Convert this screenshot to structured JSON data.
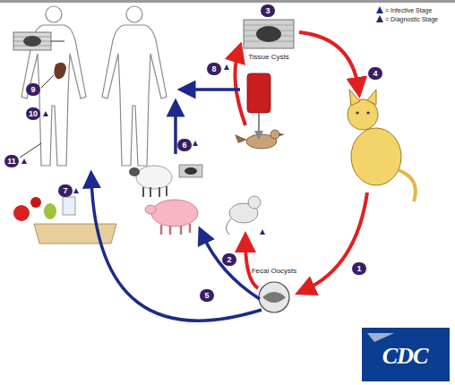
{
  "diagram": {
    "labels": [
      "3",
      "Tissue Cysts",
      "4",
      "10",
      "9",
      "8",
      "11",
      "6",
      "7",
      "2",
      "Fecal Oocysts",
      "1",
      "5",
      "CDC"
    ],
    "legend": [
      {
        "text": "= Infective Stage"
      },
      {
        "text": "= Diagnostic Stage"
      }
    ]
  }
}
